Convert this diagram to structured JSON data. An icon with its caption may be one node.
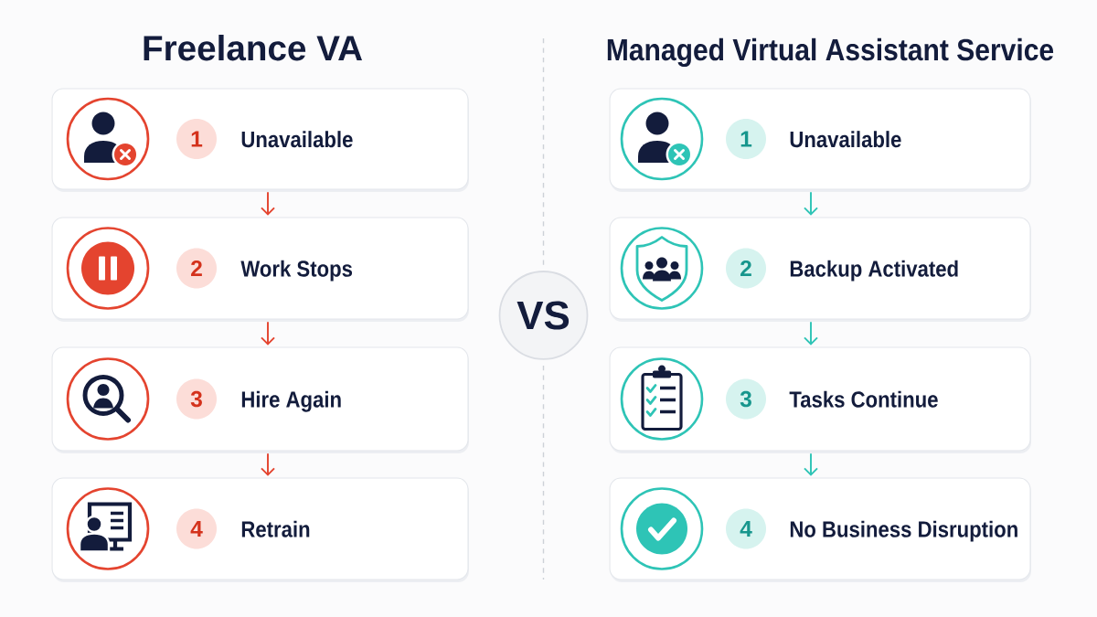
{
  "diagram": {
    "nodes": [
      {
        "text": [
          "Unavailable"
        ]
      },
      {
        "text": [
          "1"
        ],
        "in": 0
      },
      {
        "text": [
          "Work Stops"
        ]
      },
      {
        "text": [
          "2"
        ],
        "in": 2
      },
      {
        "text": [
          "Hire Again"
        ]
      },
      {
        "text": [
          "3"
        ],
        "in": 4
      },
      {
        "text": [
          "Retrain"
        ]
      },
      {
        "text": [
          "4"
        ],
        "in": 6
      },
      {
        "text": [
          "VS"
        ]
      },
      {
        "text": [
          "Unavailable"
        ]
      },
      {
        "text": [
          "1"
        ],
        "in": 9
      },
      {
        "text": [
          "Backup Activated"
        ]
      },
      {
        "text": [
          "2"
        ],
        "in": 11
      },
      {
        "text": [
          "Tasks Continue"
        ]
      },
      {
        "text": [
          "3"
        ],
        "in": 13
      },
      {
        "text": [
          "No Business Disruption"
        ]
      },
      {
        "text": [
          "4"
        ],
        "in": 15
      }
    ],
    "edges": [
      {
        "from": 0,
        "to": 2,
        "arrow": "to",
        "color": "#e4442f"
      },
      {
        "from": 2,
        "to": 4,
        "arrow": "to",
        "color": "#e4442f"
      },
      {
        "from": 4,
        "to": 6,
        "arrow": "to",
        "color": "#e4442f"
      },
      {
        "from": 9,
        "to": 11,
        "arrow": "to",
        "color": "#2ec4b6"
      },
      {
        "from": 11,
        "to": 13,
        "arrow": "to",
        "color": "#2ec4b6"
      },
      {
        "from": 13,
        "to": 15,
        "arrow": "to",
        "color": "#2ec4b6"
      }
    ],
    "labels": [
      "Freelance VA",
      "Managed Virtual Assistant Service"
    ]
  }
}
